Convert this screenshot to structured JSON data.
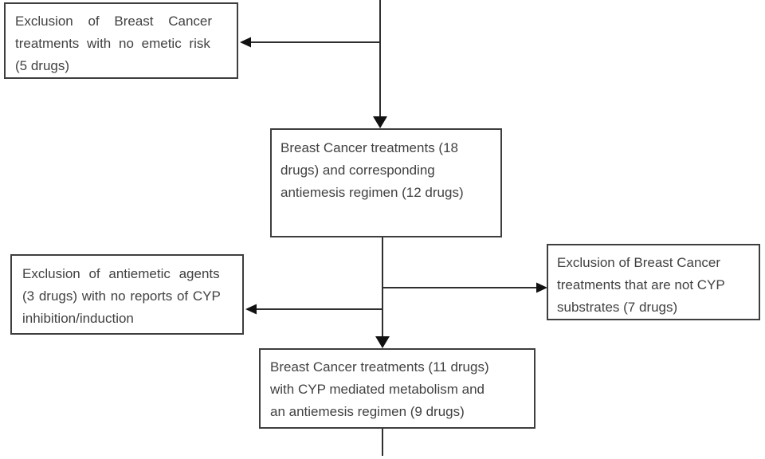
{
  "diagram": {
    "colors": {
      "bg": "#ffffff",
      "border": "#3e3e3e",
      "text": "#414141",
      "line": "#2f2f2f",
      "arrow": "#111111"
    },
    "boxes": {
      "top_left": {
        "lines": [
          "Exclusion of Breast Cancer",
          "treatments with no emetic risk",
          "(5 drugs)"
        ]
      },
      "center": {
        "lines": [
          "Breast Cancer treatments (18",
          "drugs) and corresponding",
          "antiemesis regimen (12 drugs)"
        ]
      },
      "left": {
        "lines": [
          "Exclusion of antiemetic agents",
          "(3 drugs) with no reports of CYP",
          "inhibition/induction"
        ]
      },
      "right": {
        "lines": [
          "Exclusion of Breast Cancer",
          "treatments that are not CYP",
          "substrates (7 drugs)"
        ]
      },
      "bottom": {
        "lines": [
          "Breast Cancer treatments (11 drugs)",
          "with CYP mediated metabolism and",
          "an antiemesis regimen (9 drugs)"
        ]
      }
    }
  }
}
